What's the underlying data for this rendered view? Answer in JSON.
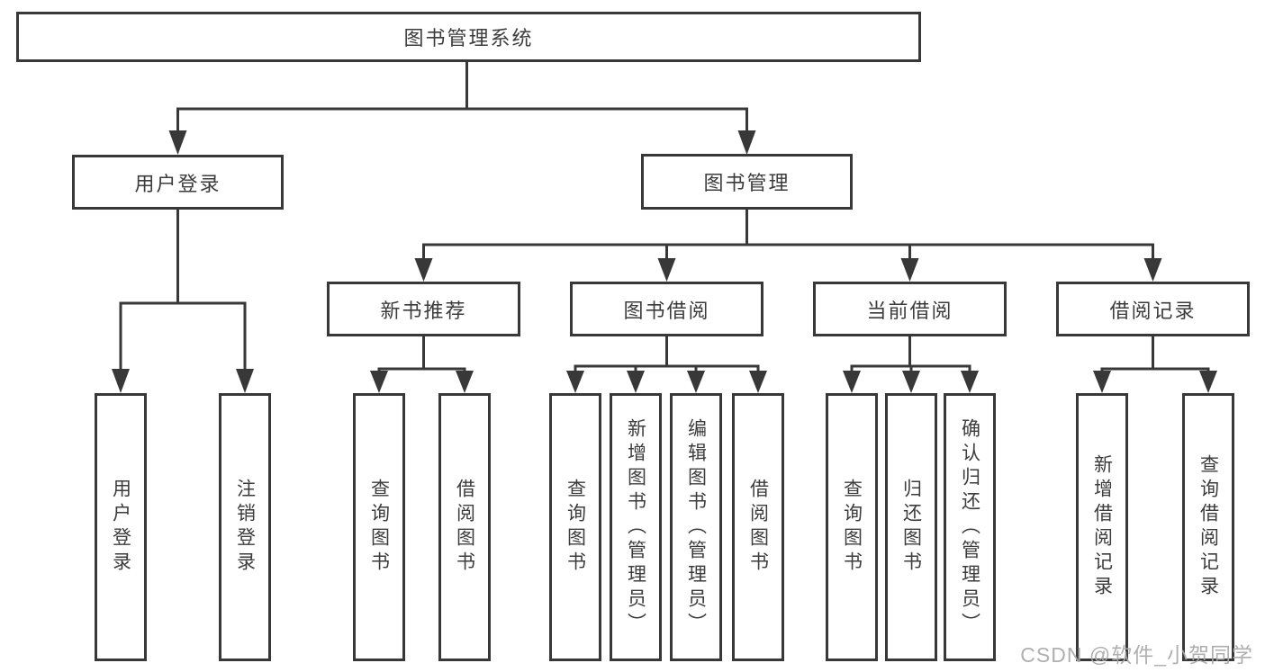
{
  "tree": {
    "root": "图书管理系统",
    "children": [
      {
        "label": "用户登录",
        "children": [
          "用户登录",
          "注销登录"
        ]
      },
      {
        "label": "图书管理",
        "children": [
          {
            "label": "新书推荐",
            "children": [
              "查询图书",
              "借阅图书"
            ]
          },
          {
            "label": "图书借阅",
            "children": [
              "查询图书",
              "新增图书（管理员）",
              "编辑图书（管理员）",
              "借阅图书"
            ]
          },
          {
            "label": "当前借阅",
            "children": [
              "查询图书",
              "归还图书",
              "确认归还（管理员）"
            ]
          },
          {
            "label": "借阅记录",
            "children": [
              "新增借阅记录",
              "查询借阅记录"
            ]
          }
        ]
      }
    ]
  },
  "watermark": "CSDN @软件_小贺同学",
  "colors": {
    "line": "#383838",
    "text": "#3c3c3c",
    "watermark": "#a8a8a8",
    "background": "#ffffff"
  }
}
